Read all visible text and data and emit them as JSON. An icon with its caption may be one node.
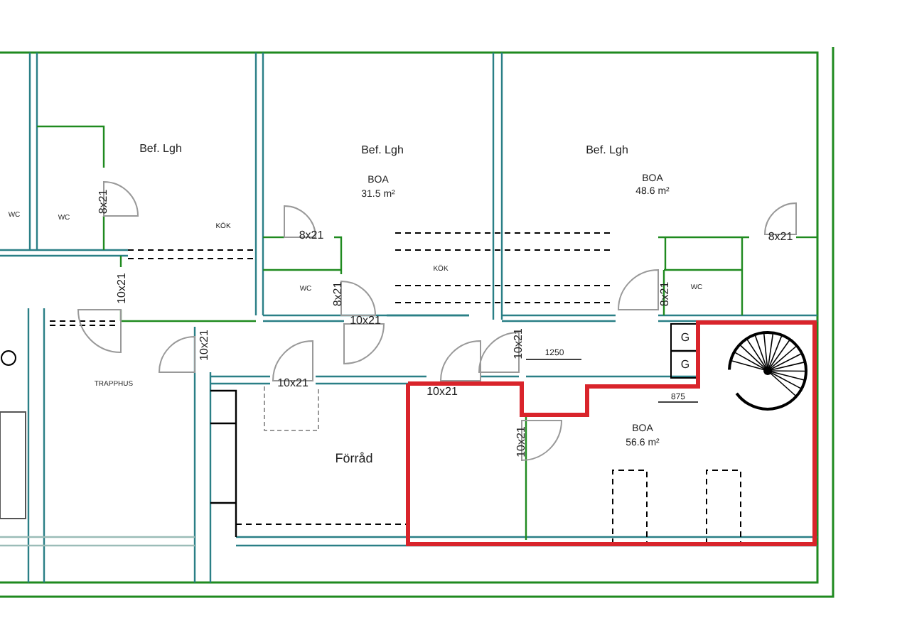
{
  "diagram": {
    "labels": [
      "Bef. Lgh",
      "Bef. Lgh",
      "Bef. Lgh",
      "BOA",
      "31.5 m²",
      "BOA",
      "48.6 m²",
      "8x21",
      "WC",
      "WC",
      "KÖK",
      "8x21",
      "KÖK",
      "8x21",
      "10x21",
      "WC",
      "8x21",
      "WC",
      "8x21",
      "10x21",
      "10x21",
      "G",
      "G",
      "10x21",
      "1250",
      "TRAPPHUS",
      "10x21",
      "10x21",
      "875",
      "BOA",
      "56.6 m²",
      "Förråd",
      "10x21"
    ]
  }
}
